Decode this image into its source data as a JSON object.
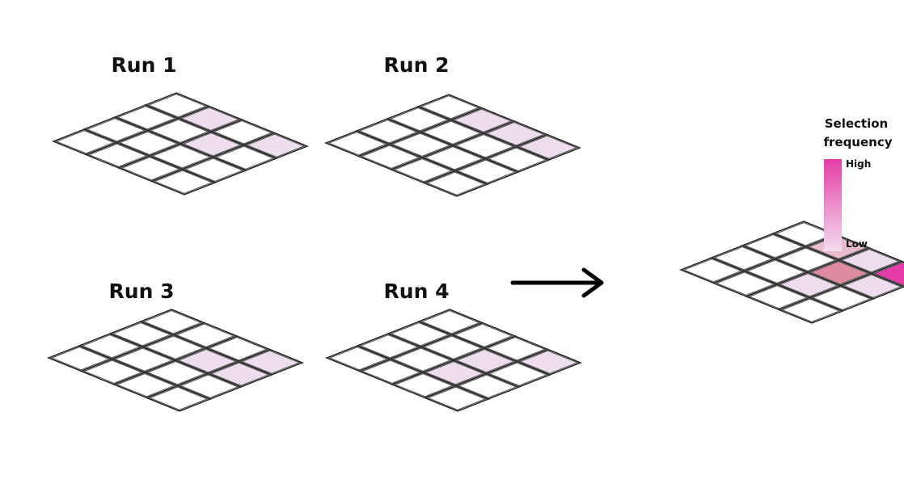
{
  "colors": {
    "empty": "#ffffff",
    "selected": "#eedcef",
    "agg_low": "#eedcef",
    "agg_mid": "#e8bccd",
    "agg_high_mid": "#dd8aa2",
    "agg_high": "#e53ea8",
    "outline": "#2a2a2a",
    "arrow": "#000000"
  },
  "runs": [
    {
      "title": "Run 1",
      "selected": [
        [
          0,
          1
        ],
        [
          0,
          3
        ],
        [
          1,
          2
        ]
      ]
    },
    {
      "title": "Run 2",
      "selected": [
        [
          0,
          1
        ],
        [
          0,
          2
        ],
        [
          0,
          3
        ]
      ]
    },
    {
      "title": "Run 3",
      "selected": [
        [
          0,
          3
        ],
        [
          1,
          2
        ],
        [
          1,
          3
        ]
      ]
    },
    {
      "title": "Run 4",
      "selected": [
        [
          0,
          3
        ],
        [
          1,
          2
        ],
        [
          2,
          2
        ]
      ]
    }
  ],
  "aggregate": {
    "cells": [
      {
        "cell": [
          0,
          1
        ],
        "level": "agg_mid"
      },
      {
        "cell": [
          0,
          2
        ],
        "level": "agg_low"
      },
      {
        "cell": [
          0,
          3
        ],
        "level": "agg_high"
      },
      {
        "cell": [
          1,
          2
        ],
        "level": "agg_high_mid"
      },
      {
        "cell": [
          1,
          3
        ],
        "level": "agg_low"
      },
      {
        "cell": [
          2,
          2
        ],
        "level": "agg_low"
      }
    ]
  },
  "legend": {
    "title_line1": "Selection",
    "title_line2": "frequency",
    "high_label": "High",
    "low_label": "Low",
    "gradient_top": "#e53ea8",
    "gradient_bottom": "#f3dcef"
  },
  "arrow": {
    "icon": "right-arrow-icon"
  }
}
